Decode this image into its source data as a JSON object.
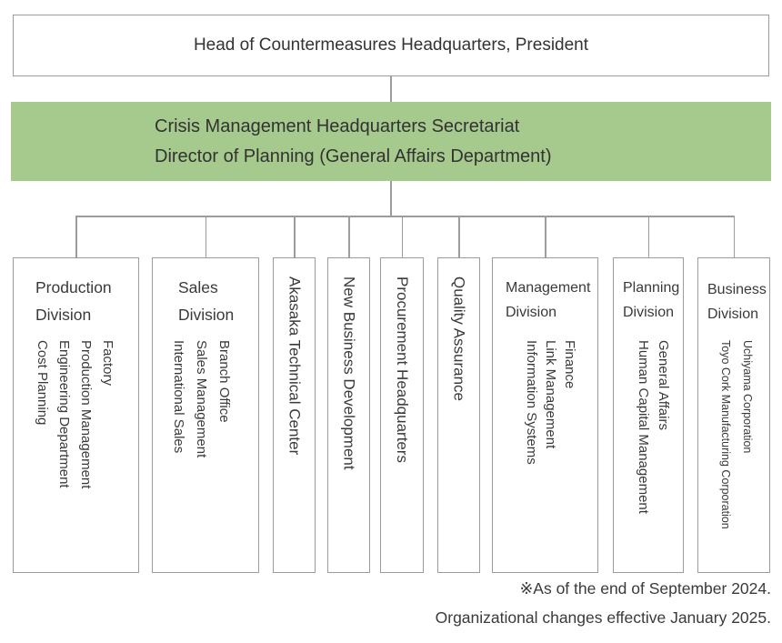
{
  "org_chart": {
    "president_box": {
      "label": "Head of Countermeasures Headquarters, President"
    },
    "secretariat_box": {
      "line1": "Crisis Management Headquarters Secretariat",
      "line2": "Director of Planning (General Affairs Department)"
    },
    "departments": [
      {
        "title1": "Production",
        "title2": "Division",
        "subs": [
          "Factory",
          "Production Management",
          "Engineering Department",
          "Cost Planning"
        ]
      },
      {
        "title1": "Sales",
        "title2": "Division",
        "subs": [
          "Branch Office",
          "Sales Management",
          "International Sales"
        ]
      },
      {
        "vertical_title": "Akasaka Technical Center"
      },
      {
        "vertical_title": "New Business Development"
      },
      {
        "vertical_title": "Procurement Headquarters"
      },
      {
        "vertical_title": "Quality Assurance"
      },
      {
        "title1": "Management",
        "title2": "Division",
        "subs": [
          "Finance",
          "Link Management",
          "Information Systems"
        ]
      },
      {
        "title1": "Planning",
        "title2": "Division",
        "subs": [
          "General Affairs",
          "Human Capital Management"
        ]
      },
      {
        "title1": "Business",
        "title2": "Division",
        "subs": [
          "Uchiyama Corporation",
          "Toyo Cork Manufacturing Corporation"
        ]
      }
    ],
    "footnote": {
      "line1": "※As of the end of September 2024.",
      "line2": "Organizational changes effective January 2025."
    },
    "colors": {
      "secretariat_bg": "#a6c98d",
      "line_and_border": "#9c9c9c",
      "text": "#3a3a3a"
    }
  }
}
